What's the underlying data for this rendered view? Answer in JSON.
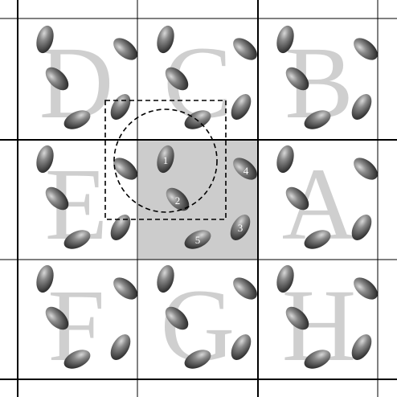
{
  "grid": {
    "cells": [
      {
        "letter": "D",
        "row": 0,
        "col": 0
      },
      {
        "letter": "C",
        "row": 0,
        "col": 1
      },
      {
        "letter": "B",
        "row": 0,
        "col": 2
      },
      {
        "letter": "E",
        "row": 1,
        "col": 0
      },
      {
        "letter": "",
        "row": 1,
        "col": 1,
        "highlighted": true
      },
      {
        "letter": "A",
        "row": 1,
        "col": 2
      },
      {
        "letter": "F",
        "row": 2,
        "col": 0
      },
      {
        "letter": "G",
        "row": 2,
        "col": 1
      },
      {
        "letter": "H",
        "row": 2,
        "col": 2
      }
    ],
    "highlight_color": "#cccccc",
    "line_color": "#000000"
  },
  "center_labels": [
    "1",
    "2",
    "3",
    "4",
    "5"
  ]
}
